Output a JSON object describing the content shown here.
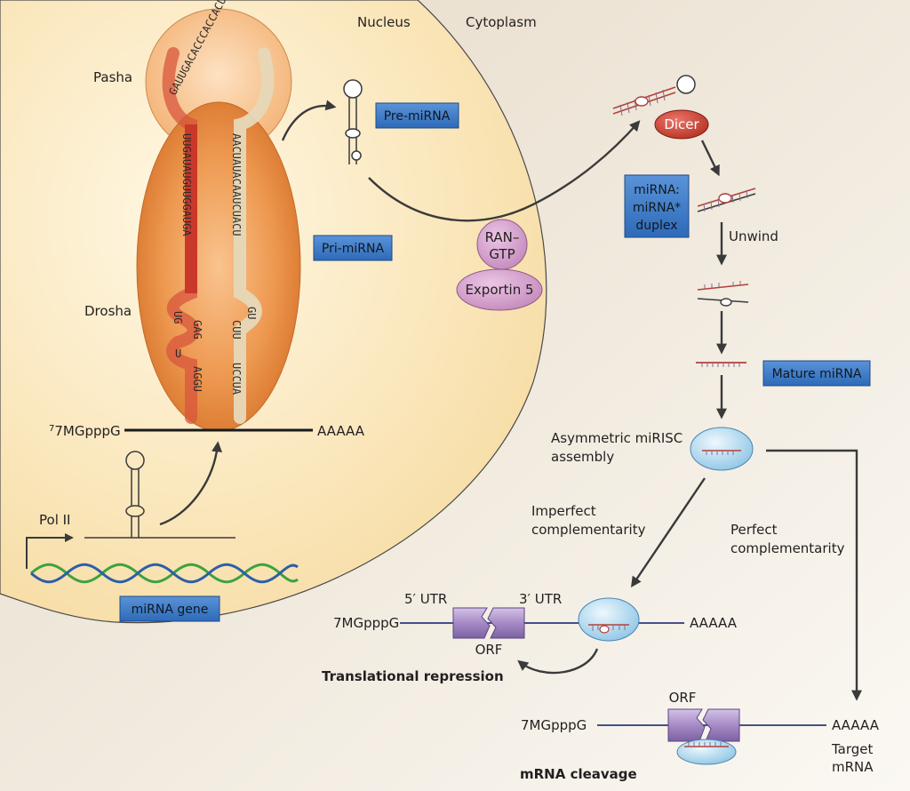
{
  "compartments": {
    "nucleus": "Nucleus",
    "cytoplasm": "Cytoplasm"
  },
  "labels": {
    "pasha": "Pasha",
    "drosha": "Drosha",
    "pol_ii": "Pol II",
    "pre_mirna": "Pre-miRNA",
    "pri_mirna": "Pri-miRNA",
    "mirna_gene": "miRNA gene",
    "ran_gtp_1": "RAN–",
    "ran_gtp_2": "GTP",
    "exportin": "Exportin 5",
    "dicer": "Dicer",
    "duplex_1": "miRNA:",
    "duplex_2": "miRNA*",
    "duplex_3": "duplex",
    "unwind": "Unwind",
    "mature_mirna": "Mature miRNA",
    "mirisc_1": "Asymmetric miRISC",
    "mirisc_2": "assembly",
    "imperfect_1": "Imperfect",
    "imperfect_2": "complementarity",
    "perfect_1": "Perfect",
    "perfect_2": "complementarity",
    "cap_nuclear": "7MGpppG",
    "cap_nuclear_sup": "7",
    "polya_nuclear": "AAAAA",
    "utr5": "5′ UTR",
    "utr3": "3′ UTR",
    "cap_repression": "7MGpppG",
    "polya_repression": "AAAAA",
    "orf_repression": "ORF",
    "translational_repression": "Translational repression",
    "orf_cleavage": "ORF",
    "cap_cleavage": "7MGpppG",
    "polya_cleavage": "AAAAA",
    "target_1": "Target",
    "target_2": "mRNA",
    "mrna_cleavage": "mRNA cleavage"
  },
  "sequences": {
    "loop": "GAUUGACACCCACCACUGGAGAU",
    "left_stem": "UUGAUAUGUUGGAUGA",
    "right_stem": "AACUAUACAAUCUACU",
    "left_bulge_1": "UG",
    "left_bulge_2": "GAG",
    "left_bulge_3": "U",
    "left_bottom": "AGGU",
    "right_bulge_1": "GU",
    "right_mid": "CUU",
    "right_bottom": "UCCUA"
  },
  "colors": {
    "nucleus_fill": "#fce7b8",
    "cytoplasm_fill": "#ece3d4",
    "drosha": "#e88a3c",
    "pasha": "#f4b57a",
    "label_box": "#3d7cc9",
    "dicer": "#c43a2a",
    "exportin": "#c98ec0",
    "mirisc": "#a9d5ee",
    "mirna_strand": "#b2413a",
    "orf_box": "#a890c4"
  }
}
